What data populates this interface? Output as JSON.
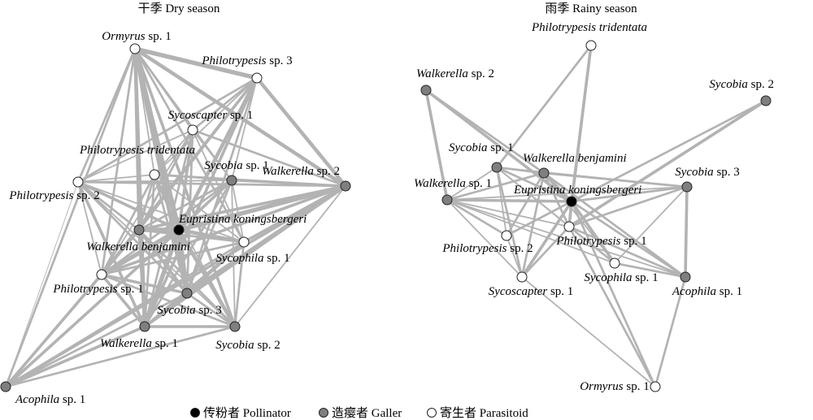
{
  "titles": {
    "dry": "干季 Dry season",
    "rainy": "雨季 Rainy season"
  },
  "legend": [
    {
      "key": "pollinator",
      "label": "传粉者 Pollinator",
      "fill": "#000000"
    },
    {
      "key": "galler",
      "label": "造瘿者 Galler",
      "fill": "#7f7f7f"
    },
    {
      "key": "parasitoid",
      "label": "寄生者 Parasitoid",
      "fill": "#ffffff"
    }
  ],
  "colors": {
    "edge": "#b3b3b3",
    "pollinator": "#000000",
    "galler": "#7f7f7f",
    "parasitoid": "#ffffff",
    "stroke": "#222222"
  },
  "networks": {
    "dry": {
      "nodes": [
        {
          "id": "E",
          "genus": "Eupristina koningsbergeri",
          "suffix": "",
          "type": "pollinator"
        },
        {
          "id": "OR1",
          "genus": "Ormyrus",
          "suffix": " sp. 1",
          "type": "parasitoid"
        },
        {
          "id": "PH3",
          "genus": "Philotrypesis",
          "suffix": " sp. 3",
          "type": "parasitoid"
        },
        {
          "id": "SC1",
          "genus": "Sycoscapter",
          "suffix": " sp. 1",
          "type": "parasitoid"
        },
        {
          "id": "PHT",
          "genus": "Philotrypesis tridentata",
          "suffix": "",
          "type": "parasitoid"
        },
        {
          "id": "PH2",
          "genus": "Philotrypesis",
          "suffix": " sp. 2",
          "type": "parasitoid"
        },
        {
          "id": "SY1",
          "genus": "Sycobia",
          "suffix": " sp. 1",
          "type": "galler"
        },
        {
          "id": "WA2",
          "genus": "Walkerella",
          "suffix": " sp. 2",
          "type": "galler"
        },
        {
          "id": "WB",
          "genus": "Walkerella benjamini",
          "suffix": "",
          "type": "galler"
        },
        {
          "id": "SP1",
          "genus": "Sycophila",
          "suffix": " sp. 1",
          "type": "parasitoid"
        },
        {
          "id": "PH1",
          "genus": "Philotrypesis",
          "suffix": " sp. 1",
          "type": "parasitoid"
        },
        {
          "id": "SY3",
          "genus": "Sycobia",
          "suffix": " sp. 3",
          "type": "galler"
        },
        {
          "id": "WA1",
          "genus": "Walkerella",
          "suffix": " sp. 1",
          "type": "galler"
        },
        {
          "id": "SY2",
          "genus": "Sycobia",
          "suffix": " sp. 2",
          "type": "galler"
        },
        {
          "id": "AC1",
          "genus": "Acophila",
          "suffix": " sp. 1",
          "type": "galler"
        }
      ],
      "edges": [
        [
          "OR1",
          "PH3",
          6
        ],
        [
          "OR1",
          "SC1",
          3
        ],
        [
          "OR1",
          "PHT",
          2
        ],
        [
          "OR1",
          "PH2",
          3
        ],
        [
          "OR1",
          "SY1",
          2
        ],
        [
          "OR1",
          "WA2",
          5
        ],
        [
          "OR1",
          "E",
          6
        ],
        [
          "OR1",
          "WB",
          4
        ],
        [
          "OR1",
          "SP1",
          3
        ],
        [
          "OR1",
          "PH1",
          3
        ],
        [
          "OR1",
          "SY3",
          6
        ],
        [
          "OR1",
          "WA1",
          5
        ],
        [
          "OR1",
          "SY2",
          4
        ],
        [
          "OR1",
          "AC1",
          3
        ],
        [
          "PH3",
          "SC1",
          3
        ],
        [
          "PH3",
          "PH2",
          3
        ],
        [
          "PH3",
          "WA2",
          5
        ],
        [
          "PH3",
          "E",
          5
        ],
        [
          "PH3",
          "WB",
          3
        ],
        [
          "PH3",
          "PH1",
          4
        ],
        [
          "PH3",
          "SY3",
          3
        ],
        [
          "PH3",
          "WA1",
          4
        ],
        [
          "PH3",
          "SY1",
          2
        ],
        [
          "PH3",
          "PHT",
          2
        ],
        [
          "SC1",
          "PHT",
          2
        ],
        [
          "SC1",
          "PH2",
          2
        ],
        [
          "SC1",
          "SY1",
          2
        ],
        [
          "SC1",
          "WA2",
          3
        ],
        [
          "SC1",
          "E",
          4
        ],
        [
          "SC1",
          "WB",
          3
        ],
        [
          "SC1",
          "PH1",
          2
        ],
        [
          "SC1",
          "SY3",
          3
        ],
        [
          "SC1",
          "WA1",
          3
        ],
        [
          "SC1",
          "SP1",
          2
        ],
        [
          "PH2",
          "PHT",
          2
        ],
        [
          "PH2",
          "SY1",
          2
        ],
        [
          "PH2",
          "WA2",
          3
        ],
        [
          "PH2",
          "E",
          4
        ],
        [
          "PH2",
          "WB",
          3
        ],
        [
          "PH2",
          "SP1",
          2
        ],
        [
          "PH2",
          "PH1",
          2
        ],
        [
          "PH2",
          "SY3",
          3
        ],
        [
          "PH2",
          "WA1",
          4
        ],
        [
          "PH2",
          "SY2",
          2
        ],
        [
          "PH2",
          "AC1",
          1
        ],
        [
          "PHT",
          "SY1",
          2
        ],
        [
          "PHT",
          "WA2",
          3
        ],
        [
          "PHT",
          "E",
          4
        ],
        [
          "PHT",
          "WB",
          3
        ],
        [
          "PHT",
          "SP1",
          2
        ],
        [
          "PHT",
          "PH1",
          3
        ],
        [
          "PHT",
          "SY3",
          3
        ],
        [
          "PHT",
          "WA1",
          3
        ],
        [
          "PHT",
          "SY2",
          2
        ],
        [
          "SY1",
          "WA2",
          3
        ],
        [
          "SY1",
          "E",
          4
        ],
        [
          "SY1",
          "WB",
          3
        ],
        [
          "SY1",
          "SP1",
          2
        ],
        [
          "SY1",
          "PH1",
          3
        ],
        [
          "SY1",
          "SY3",
          3
        ],
        [
          "SY1",
          "WA1",
          3
        ],
        [
          "SY1",
          "SY2",
          2
        ],
        [
          "WA2",
          "E",
          6
        ],
        [
          "WA2",
          "WB",
          4
        ],
        [
          "WA2",
          "SP1",
          4
        ],
        [
          "WA2",
          "PH1",
          4
        ],
        [
          "WA2",
          "SY3",
          5
        ],
        [
          "WA2",
          "WA1",
          4
        ],
        [
          "WA2",
          "SY2",
          2
        ],
        [
          "WA2",
          "AC1",
          4
        ],
        [
          "E",
          "WB",
          6
        ],
        [
          "E",
          "SP1",
          5
        ],
        [
          "E",
          "PH1",
          6
        ],
        [
          "E",
          "SY3",
          6
        ],
        [
          "E",
          "WA1",
          6
        ],
        [
          "E",
          "SY2",
          5
        ],
        [
          "E",
          "AC1",
          4
        ],
        [
          "WB",
          "SP1",
          3
        ],
        [
          "WB",
          "PH1",
          4
        ],
        [
          "WB",
          "SY3",
          4
        ],
        [
          "WB",
          "WA1",
          4
        ],
        [
          "WB",
          "SY2",
          3
        ],
        [
          "WB",
          "AC1",
          3
        ],
        [
          "SP1",
          "PH1",
          3
        ],
        [
          "SP1",
          "SY3",
          4
        ],
        [
          "SP1",
          "WA1",
          3
        ],
        [
          "SP1",
          "SY2",
          3
        ],
        [
          "SP1",
          "AC1",
          3
        ],
        [
          "PH1",
          "SY3",
          4
        ],
        [
          "PH1",
          "WA1",
          4
        ],
        [
          "PH1",
          "SY2",
          3
        ],
        [
          "PH1",
          "AC1",
          4
        ],
        [
          "SY3",
          "WA1",
          4
        ],
        [
          "SY3",
          "SY2",
          3
        ],
        [
          "SY3",
          "AC1",
          3
        ],
        [
          "WA1",
          "SY2",
          4
        ],
        [
          "WA1",
          "AC1",
          4
        ],
        [
          "SY2",
          "AC1",
          3
        ]
      ]
    },
    "rainy": {
      "nodes": [
        {
          "id": "E",
          "genus": "Eupristina koningsbergeri",
          "suffix": "",
          "type": "pollinator"
        },
        {
          "id": "PHT",
          "genus": "Philotrypesis tridentata",
          "suffix": "",
          "type": "parasitoid"
        },
        {
          "id": "WA2",
          "genus": "Walkerella",
          "suffix": " sp. 2",
          "type": "galler"
        },
        {
          "id": "SY2",
          "genus": "Sycobia",
          "suffix": " sp. 2",
          "type": "galler"
        },
        {
          "id": "SY1",
          "genus": "Sycobia",
          "suffix": " sp. 1",
          "type": "galler"
        },
        {
          "id": "WB",
          "genus": "Walkerella benjamini",
          "suffix": "",
          "type": "galler"
        },
        {
          "id": "WA1",
          "genus": "Walkerella",
          "suffix": " sp. 1",
          "type": "galler"
        },
        {
          "id": "SY3",
          "genus": "Sycobia",
          "suffix": " sp. 3",
          "type": "galler"
        },
        {
          "id": "PH1",
          "genus": "Philotrypesis",
          "suffix": " sp. 1",
          "type": "parasitoid"
        },
        {
          "id": "PH2",
          "genus": "Philotrypesis",
          "suffix": " sp. 2",
          "type": "parasitoid"
        },
        {
          "id": "SP1",
          "genus": "Sycophila",
          "suffix": " sp. 1",
          "type": "parasitoid"
        },
        {
          "id": "SC1",
          "genus": "Sycoscapter",
          "suffix": " sp. 1",
          "type": "parasitoid"
        },
        {
          "id": "AC1",
          "genus": "Acophila",
          "suffix": " sp. 1",
          "type": "galler"
        },
        {
          "id": "OR1",
          "genus": "Ormyrus",
          "suffix": " sp. 1",
          "type": "parasitoid"
        }
      ],
      "edges": [
        [
          "WA2",
          "E",
          4
        ],
        [
          "WA2",
          "WA1",
          4
        ],
        [
          "WA2",
          "WB",
          3
        ],
        [
          "PHT",
          "E",
          4
        ],
        [
          "PHT",
          "SY1",
          3
        ],
        [
          "PHT",
          "PH1",
          3
        ],
        [
          "SY2",
          "E",
          3
        ],
        [
          "SY2",
          "PH1",
          4
        ],
        [
          "E",
          "WB",
          4
        ],
        [
          "E",
          "SY1",
          3
        ],
        [
          "E",
          "WA1",
          4
        ],
        [
          "E",
          "SY3",
          3
        ],
        [
          "E",
          "PH1",
          4
        ],
        [
          "E",
          "PH2",
          3
        ],
        [
          "E",
          "SP1",
          4
        ],
        [
          "E",
          "SC1",
          4
        ],
        [
          "E",
          "AC1",
          3
        ],
        [
          "E",
          "OR1",
          3
        ],
        [
          "SY1",
          "WA1",
          2
        ],
        [
          "SY1",
          "WB",
          3
        ],
        [
          "SY1",
          "PH1",
          2
        ],
        [
          "SY1",
          "SC1",
          3
        ],
        [
          "SY1",
          "PH2",
          2
        ],
        [
          "SY1",
          "SY3",
          2
        ],
        [
          "SY1",
          "SP1",
          2
        ],
        [
          "WB",
          "WA1",
          3
        ],
        [
          "WB",
          "PH1",
          3
        ],
        [
          "WB",
          "PH2",
          3
        ],
        [
          "WB",
          "SC1",
          3
        ],
        [
          "WB",
          "SY3",
          3
        ],
        [
          "WB",
          "SP1",
          2
        ],
        [
          "WB",
          "AC1",
          3
        ],
        [
          "WA1",
          "PH1",
          2
        ],
        [
          "WA1",
          "PH2",
          3
        ],
        [
          "WA1",
          "SP1",
          2
        ],
        [
          "WA1",
          "SC1",
          2
        ],
        [
          "WA1",
          "SY3",
          2
        ],
        [
          "WA1",
          "AC1",
          2
        ],
        [
          "SY3",
          "PH1",
          3
        ],
        [
          "SY3",
          "AC1",
          4
        ],
        [
          "SY3",
          "SP1",
          2
        ],
        [
          "PH1",
          "SC1",
          3
        ],
        [
          "PH1",
          "SP1",
          3
        ],
        [
          "PH1",
          "AC1",
          3
        ],
        [
          "PH1",
          "OR1",
          3
        ],
        [
          "SP1",
          "AC1",
          3
        ],
        [
          "SC1",
          "OR1",
          2
        ],
        [
          "AC1",
          "OR1",
          3
        ],
        [
          "PH2",
          "SC1",
          2
        ]
      ]
    }
  }
}
